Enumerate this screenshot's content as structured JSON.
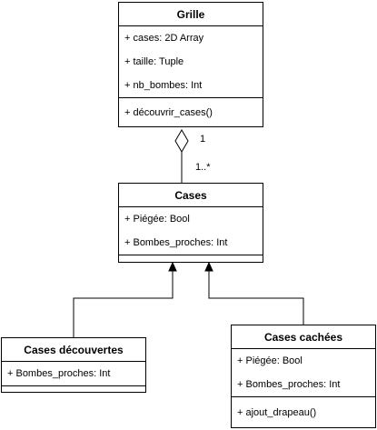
{
  "classes": {
    "grille": {
      "name": "Grille",
      "attributes": [
        "+ cases: 2D Array",
        "+ taille: Tuple",
        "+ nb_bombes: Int"
      ],
      "methods": [
        "+ découvrir_cases()"
      ]
    },
    "cases": {
      "name": "Cases",
      "attributes": [
        "+ Piégée: Bool",
        "+ Bombes_proches: Int"
      ],
      "methods": []
    },
    "cases_decouvertes": {
      "name": "Cases découvertes",
      "attributes": [
        "+ Bombes_proches: Int"
      ],
      "methods": []
    },
    "cases_cachees": {
      "name": "Cases cachées",
      "attributes": [
        "+ Piégée: Bool",
        "+ Bombes_proches: Int"
      ],
      "methods": [
        "+ ajout_drapeau()"
      ]
    }
  },
  "relations": {
    "aggregation": {
      "multiplicity_whole": "1",
      "multiplicity_part": "1..*"
    }
  },
  "colors": {
    "stroke": "#000000",
    "fill": "#ffffff"
  }
}
